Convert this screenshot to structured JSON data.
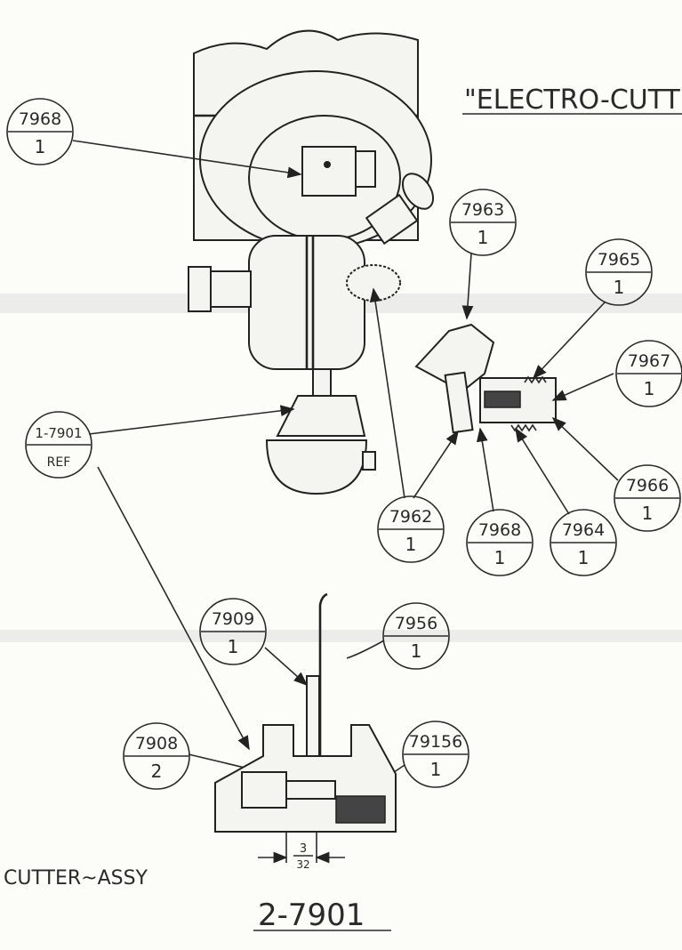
{
  "title": "\"ELECTRO-CUTT",
  "assembly_label": "CUTTER~ASSY",
  "drawing_number": "2-7901",
  "dimension": {
    "numerator": "3",
    "denominator": "32"
  },
  "callouts": [
    {
      "part": "7968",
      "qty": "1"
    },
    {
      "part": "7963",
      "qty": "1"
    },
    {
      "part": "7965",
      "qty": "1"
    },
    {
      "part": "7967",
      "qty": "1"
    },
    {
      "part": "7966",
      "qty": "1"
    },
    {
      "part": "7962",
      "qty": "1"
    },
    {
      "part": "7968",
      "qty": "1"
    },
    {
      "part": "7964",
      "qty": "1"
    },
    {
      "part": "1-7901",
      "qty": "REF"
    },
    {
      "part": "7909",
      "qty": "1"
    },
    {
      "part": "7956",
      "qty": "1"
    },
    {
      "part": "7908",
      "qty": "2"
    },
    {
      "part": "79156",
      "qty": "1"
    }
  ]
}
